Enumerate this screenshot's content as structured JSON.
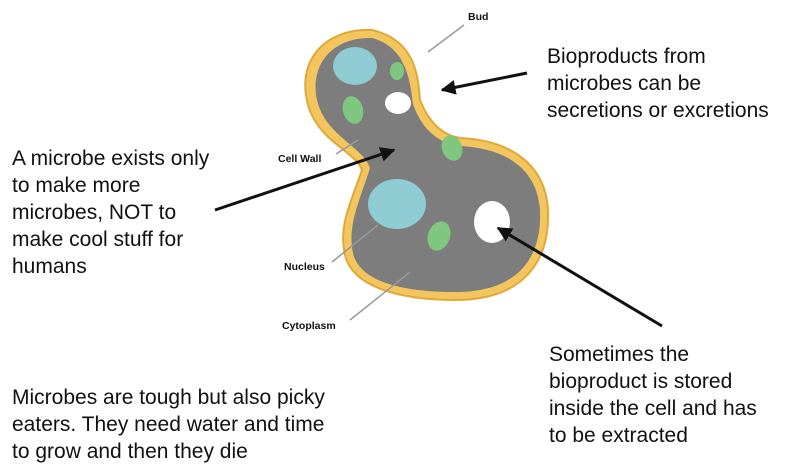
{
  "labels": {
    "bud": "Bud",
    "cell_wall": "Cell Wall",
    "nucleus": "Nucleus",
    "cytoplasm": "Cytoplasm"
  },
  "captions": {
    "bioproducts": "Bioproducts from microbes can be secretions or excretions",
    "microbe_purpose": "A microbe exists only to make more microbes, NOT to make cool stuff for humans",
    "stored": "Sometimes the bioproduct is stored inside the cell and has to be extracted",
    "tough": "Microbes are tough but also picky eaters. They need water and time to grow and then they die"
  },
  "colors": {
    "cytoplasm": "#7d7d7d",
    "cell_wall": "#f3c55f",
    "nucleus": "#8ecbd3",
    "organelle": "#7fc77f",
    "vacuole": "#ffffff"
  }
}
